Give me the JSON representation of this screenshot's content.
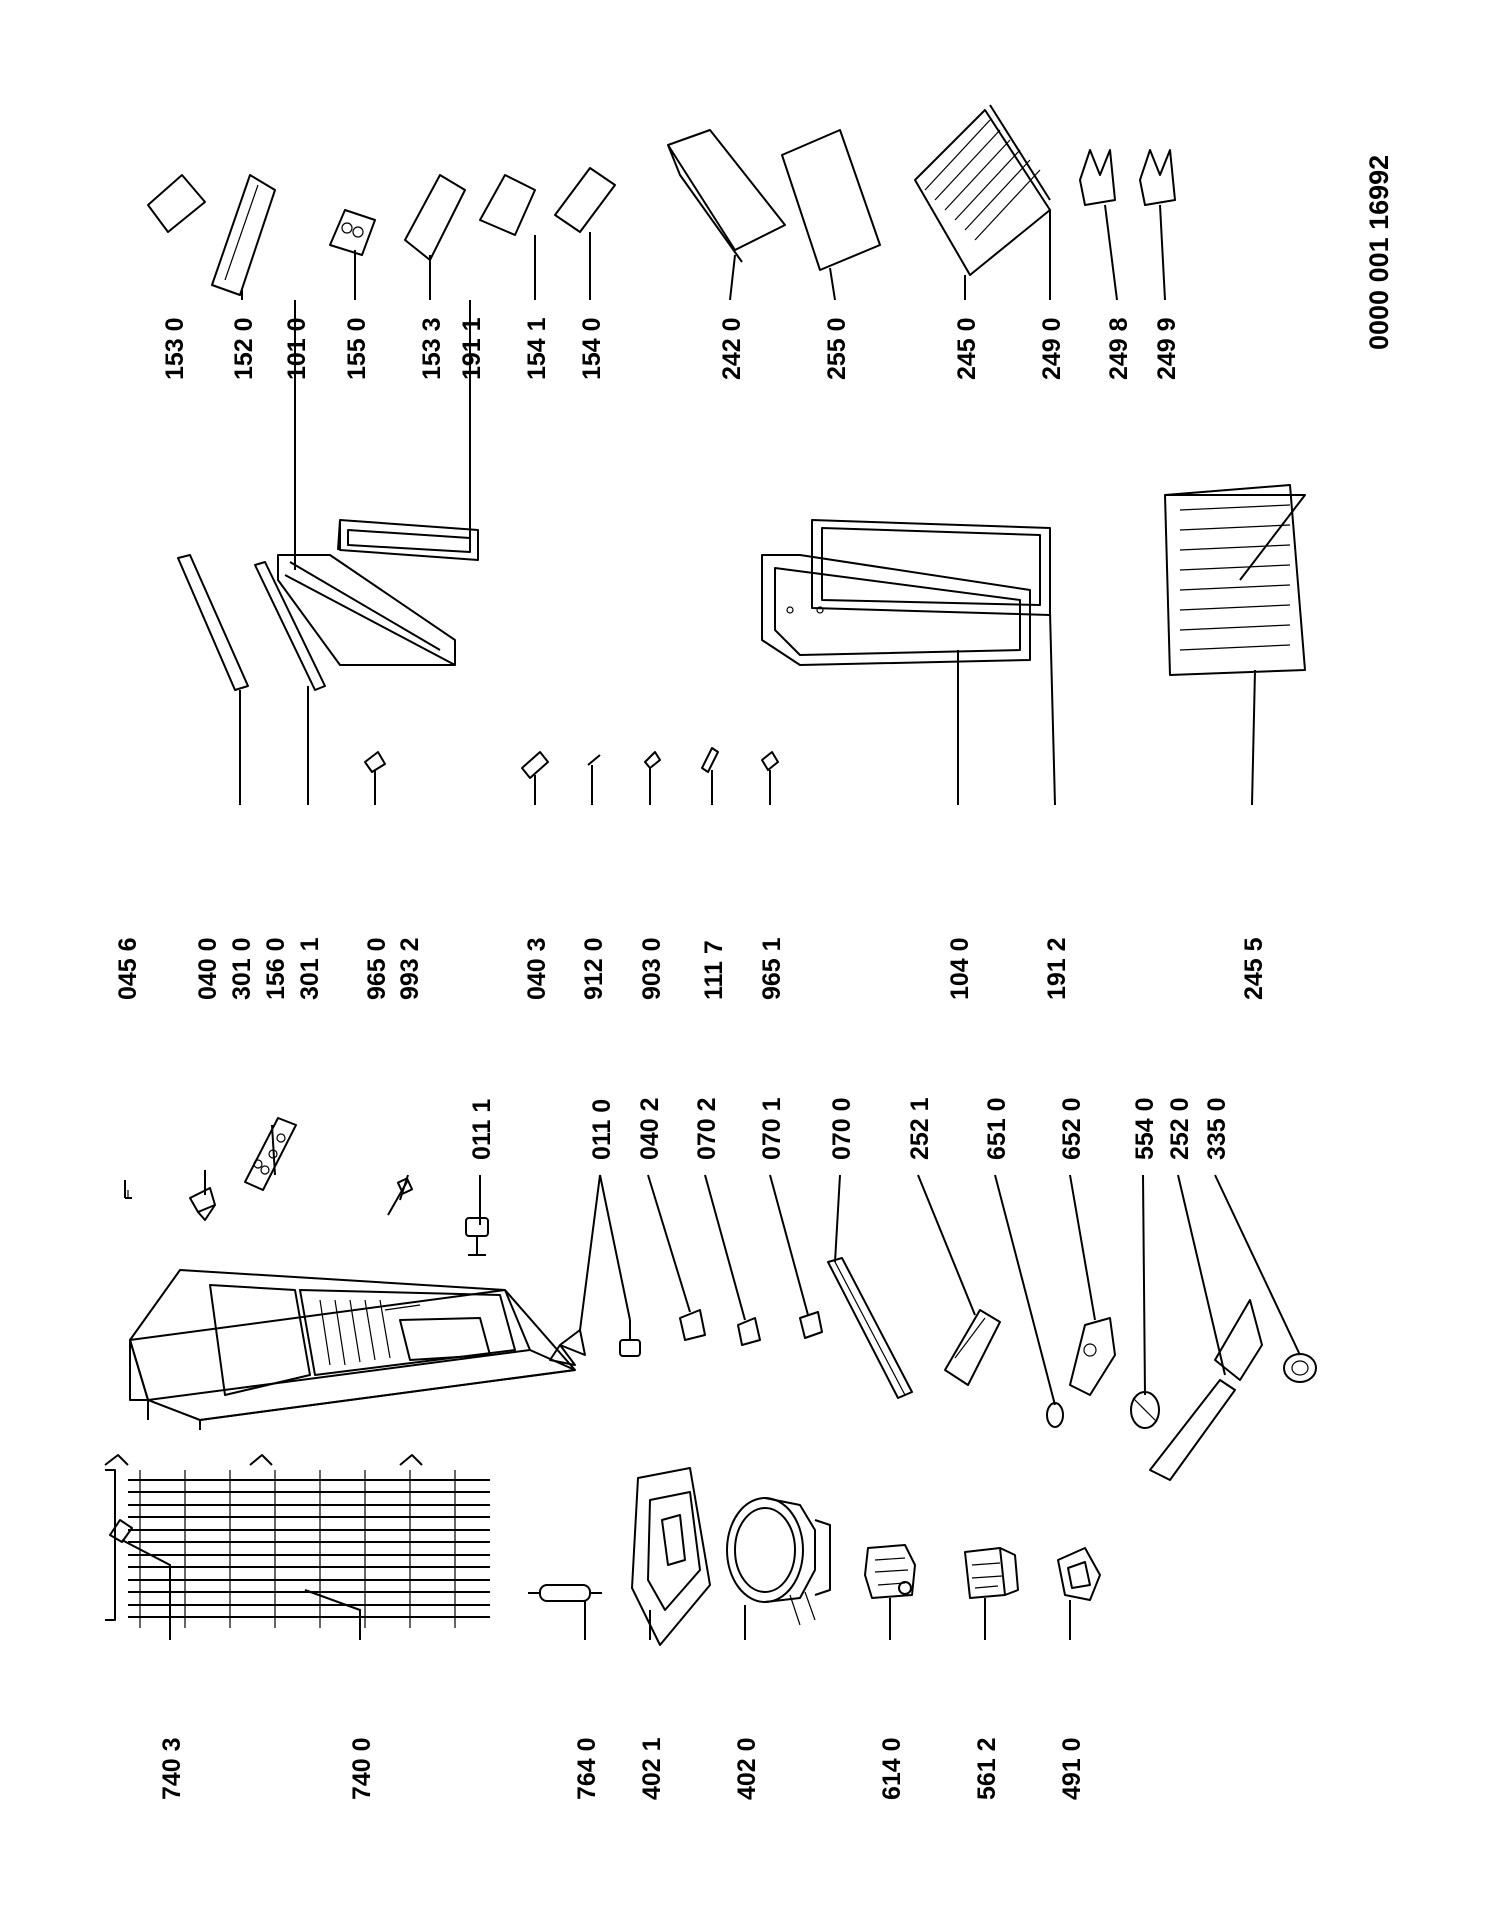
{
  "document_number": "0000 001 16992",
  "colors": {
    "ink": "#000000",
    "paper": "#ffffff"
  },
  "part_labels": [
    "740 3",
    "740 0",
    "764 0",
    "402 1",
    "402 0",
    "614 0",
    "561 2",
    "491 0",
    "045 6",
    "040 0",
    "301 0",
    "156 0",
    "301 1",
    "965 0",
    "993 2",
    "011 1",
    "011 0",
    "040 2",
    "070 2",
    "070 1",
    "070 0",
    "252 1",
    "651 0",
    "652 0",
    "554 0",
    "252 0",
    "335 0",
    "040 3",
    "912 0",
    "903 0",
    "111 7",
    "965 1",
    "104 0",
    "191 2",
    "245 5",
    "153 0",
    "152 0",
    "101 0",
    "155 0",
    "153 3",
    "191 1",
    "154 1",
    "154 0",
    "242 0",
    "255 0",
    "245 0",
    "249 0",
    "249 8",
    "249 9"
  ]
}
